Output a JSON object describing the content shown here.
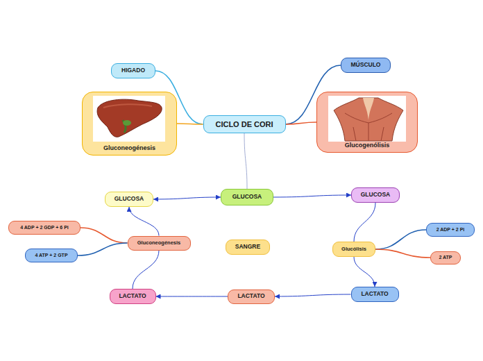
{
  "diagram": {
    "nodes": [
      {
        "text": [
          "HIGADO"
        ]
      },
      {
        "text": [
          "MÚSCULO"
        ]
      },
      {
        "text": [
          "Gluconeogénesis"
        ]
      },
      {
        "text": [
          "CICLO DE CORI"
        ]
      },
      {
        "text": [
          "Glucogenólisis"
        ]
      },
      {
        "text": [
          "GLUCOSA"
        ]
      },
      {
        "text": [
          "GLUCOSA"
        ]
      },
      {
        "text": [
          "GLUCOSA"
        ]
      },
      {
        "text": [
          "4 ADP + 2 GDP + 6 Pi"
        ]
      },
      {
        "text": [
          "2 ADP + 2 Pi"
        ]
      },
      {
        "text": [
          "Gluconeogénesis"
        ]
      },
      {
        "text": [
          "SANGRE"
        ]
      },
      {
        "text": [
          "Glucólisis"
        ]
      },
      {
        "text": [
          "4 ATP + 2 GTP"
        ]
      },
      {
        "text": [
          "2 ATP"
        ]
      },
      {
        "text": [
          "LACTATO"
        ]
      },
      {
        "text": [
          "LACTATO"
        ]
      },
      {
        "text": [
          "LACTATO"
        ]
      }
    ],
    "edges": [
      {
        "from": 3,
        "to": 0,
        "arrow": "none"
      },
      {
        "from": 3,
        "to": 1,
        "arrow": "none"
      },
      {
        "from": 3,
        "to": 2,
        "arrow": "none"
      },
      {
        "from": 3,
        "to": 4,
        "arrow": "none"
      },
      {
        "from": 3,
        "to": 6,
        "arrow": "none"
      },
      {
        "from": 6,
        "to": 5,
        "arrow": "both"
      },
      {
        "from": 6,
        "to": 7,
        "arrow": "to"
      },
      {
        "from": 7,
        "to": 12,
        "arrow": "none"
      },
      {
        "from": 12,
        "to": 17,
        "arrow": "to"
      },
      {
        "from": 12,
        "to": 9,
        "arrow": "none"
      },
      {
        "from": 12,
        "to": 14,
        "arrow": "none"
      },
      {
        "from": 17,
        "to": 16,
        "arrow": "to"
      },
      {
        "from": 16,
        "to": 15,
        "arrow": "to"
      },
      {
        "from": 15,
        "to": 10,
        "arrow": "none"
      },
      {
        "from": 10,
        "to": 5,
        "arrow": "to"
      },
      {
        "from": 10,
        "to": 8,
        "arrow": "none"
      },
      {
        "from": 10,
        "to": 13,
        "arrow": "none"
      }
    ]
  }
}
